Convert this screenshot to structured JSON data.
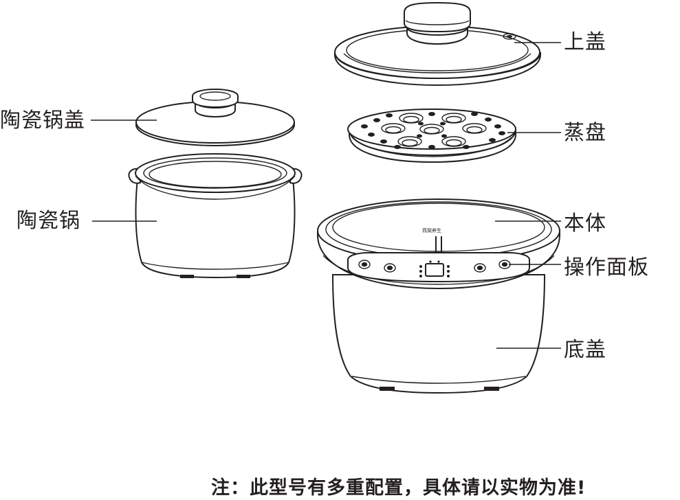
{
  "labels": {
    "top_lid": "上盖",
    "steam_tray": "蒸盘",
    "body": "本体",
    "control_panel": "操作面板",
    "base_cover": "底盖",
    "ceramic_lid": "陶瓷锅盖",
    "ceramic_pot": "陶瓷锅"
  },
  "footnote": "注：此型号有多重配置，具体请以实物为准!",
  "colors": {
    "line": "#231f20",
    "background": "#ffffff"
  }
}
